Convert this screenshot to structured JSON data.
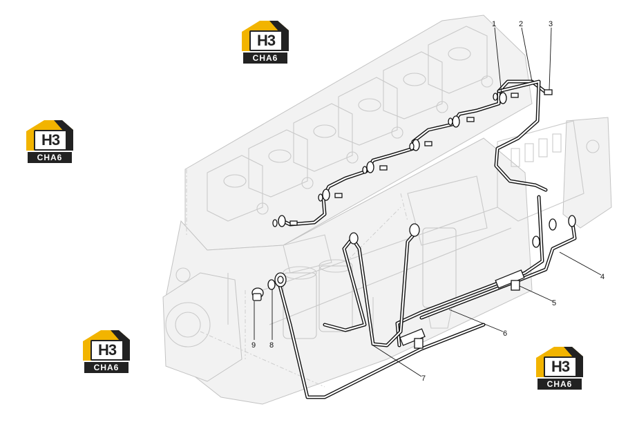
{
  "watermark": {
    "logo_text": "H3",
    "logo_subtext": "CHA6",
    "brand_color": "#f2b400",
    "dark_color": "#222222"
  },
  "callouts": [
    {
      "id": "1",
      "text": "1"
    },
    {
      "id": "2",
      "text": "2"
    },
    {
      "id": "3",
      "text": "3"
    },
    {
      "id": "4",
      "text": "4"
    },
    {
      "id": "5",
      "text": "5"
    },
    {
      "id": "6",
      "text": "6"
    },
    {
      "id": "7",
      "text": "7"
    },
    {
      "id": "8",
      "text": "8"
    },
    {
      "id": "9",
      "text": "9"
    }
  ],
  "colors": {
    "ghost_engine": "#c9c9c9",
    "pipe": "#111111"
  }
}
